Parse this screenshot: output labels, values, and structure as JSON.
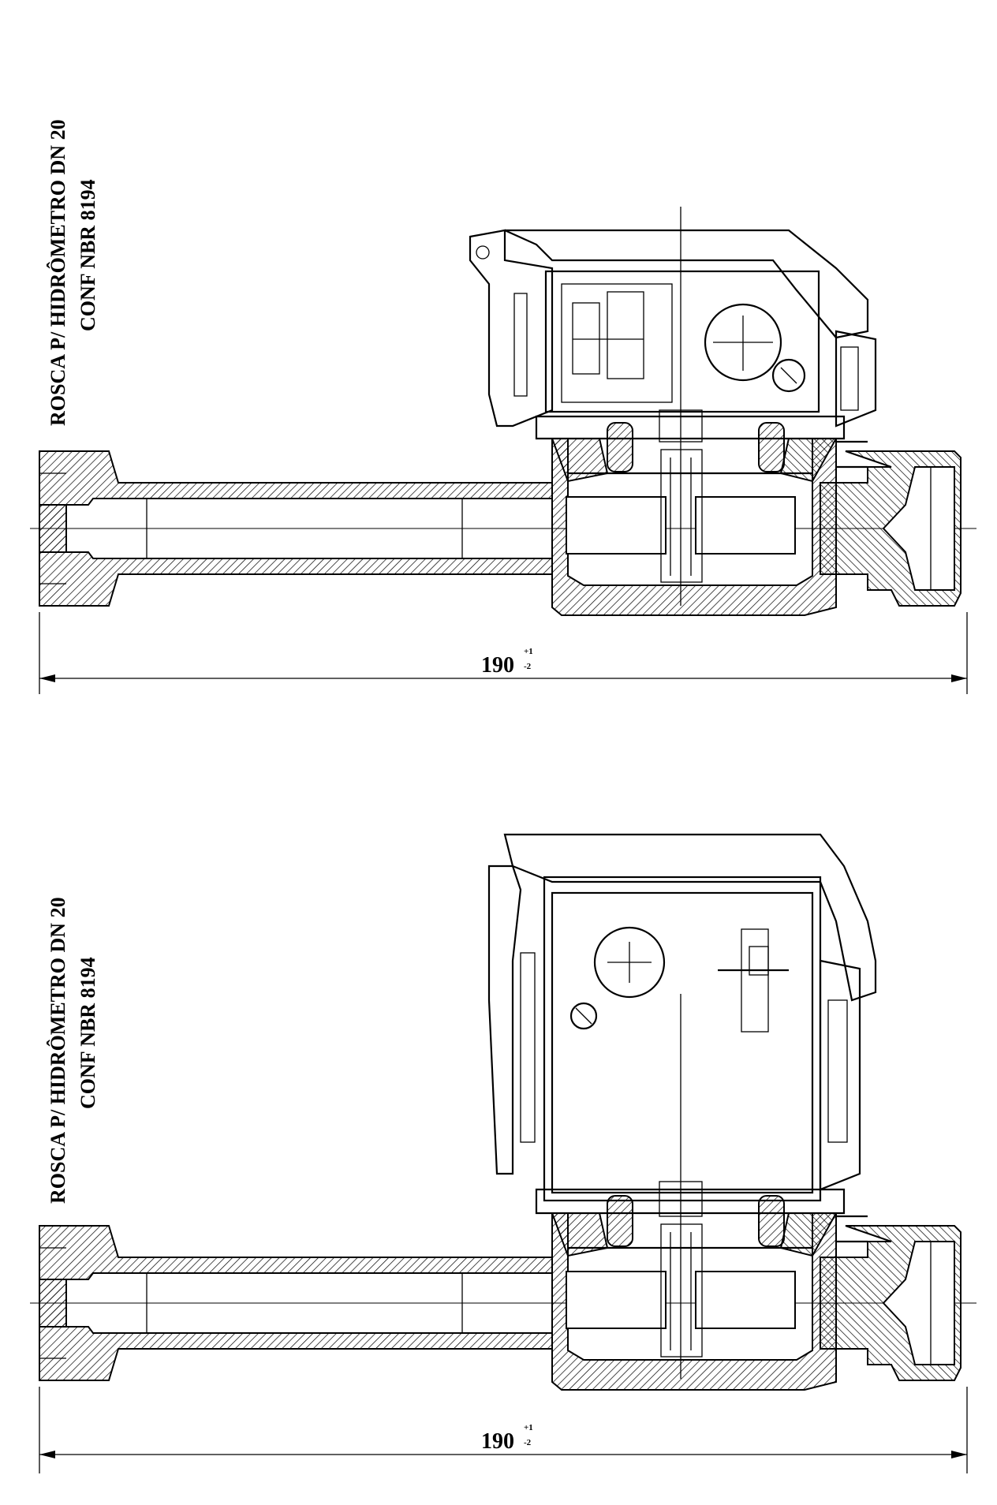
{
  "drawings": [
    {
      "label_line1": "ROSCA P/ HIDRÔMETRO DN 20",
      "label_line2": "CONF NBR 8194",
      "dimension_value": "190",
      "dimension_tolerance_upper": "+1",
      "dimension_tolerance_lower": "-2"
    },
    {
      "label_line1": "ROSCA P/ HIDRÔMETRO DN 20",
      "label_line2": "CONF NBR 8194",
      "dimension_value": "190",
      "dimension_tolerance_upper": "+1",
      "dimension_tolerance_lower": "-2"
    }
  ]
}
